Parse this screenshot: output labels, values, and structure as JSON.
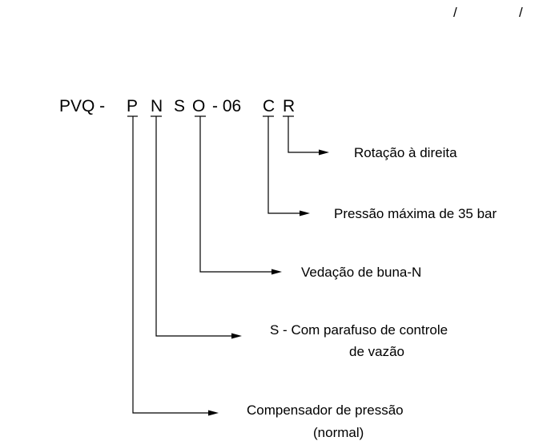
{
  "top_marks": [
    "/",
    "/"
  ],
  "code": {
    "prefix": "PVQ -",
    "letters": [
      "P",
      "N",
      "S",
      "O"
    ],
    "separator": "- 06",
    "letters2": [
      "C",
      "R"
    ]
  },
  "labels": {
    "r": "Rotação à direita",
    "c": "Pressão máxima de 35 bar",
    "o": "Vedação de buna-N",
    "s_line1": "S - Com parafuso de controle",
    "s_line2": "de vazão",
    "p_line1": "Compensador de pressão",
    "p_line2": "(normal)"
  },
  "colors": {
    "ink": "#000000",
    "background": "#ffffff"
  }
}
